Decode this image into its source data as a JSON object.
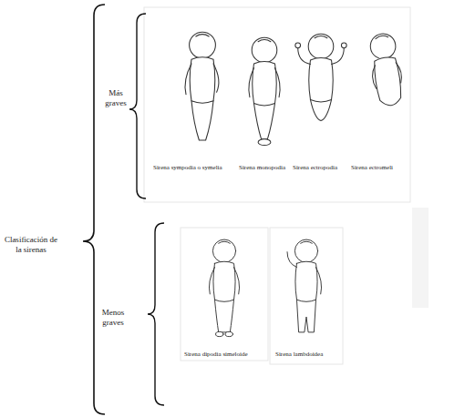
{
  "diagram": {
    "labels": [
      "Clasificación de la sirenas",
      "Más graves",
      "Sirena sympodia o symelia",
      "Sirena monopodia",
      "Sirena ectropodia",
      "Sirena ectromeli",
      "Menos graves",
      "Sirena dipodia simeloide",
      "Sirena lambdoidea"
    ]
  }
}
